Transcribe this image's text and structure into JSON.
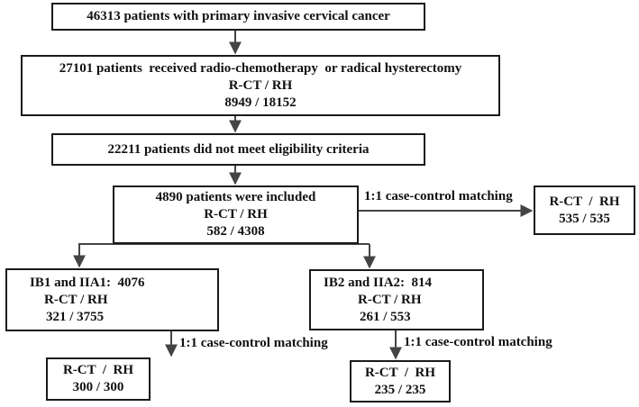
{
  "boxes": {
    "total": {
      "line1": "46313 patients with primary invasive cervical cancer"
    },
    "treated": {
      "line1": "27101 patients  received radio-chemotherapy  or radical hysterectomy",
      "line2": "R-CT / RH",
      "line3": "8949 / 18152"
    },
    "excluded": {
      "line1": "22211 patients did not meet eligibility criteria"
    },
    "included": {
      "line1": "4890 patients were included",
      "line2": "R-CT / RH",
      "line3": "582 / 4308"
    },
    "matched_all": {
      "line1": "R-CT  /  RH",
      "line2": "535 / 535"
    },
    "ib1": {
      "line1": "IB1 and IIA1:  4076",
      "line2": "R-CT / RH",
      "line3": "321 / 3755"
    },
    "ib2": {
      "line1": "IB2 and IIA2:  814",
      "line2": "R-CT / RH",
      "line3": "261 / 553"
    },
    "matched_ib1": {
      "line1": "R-CT  /  RH",
      "line2": "300 / 300"
    },
    "matched_ib2": {
      "line1": "R-CT  /  RH",
      "line2": "235 / 235"
    }
  },
  "labels": {
    "match_all": "1:1 case-control matching",
    "match_ib1": "1:1 case-control matching",
    "match_ib2": "1:1 case-control matching"
  }
}
